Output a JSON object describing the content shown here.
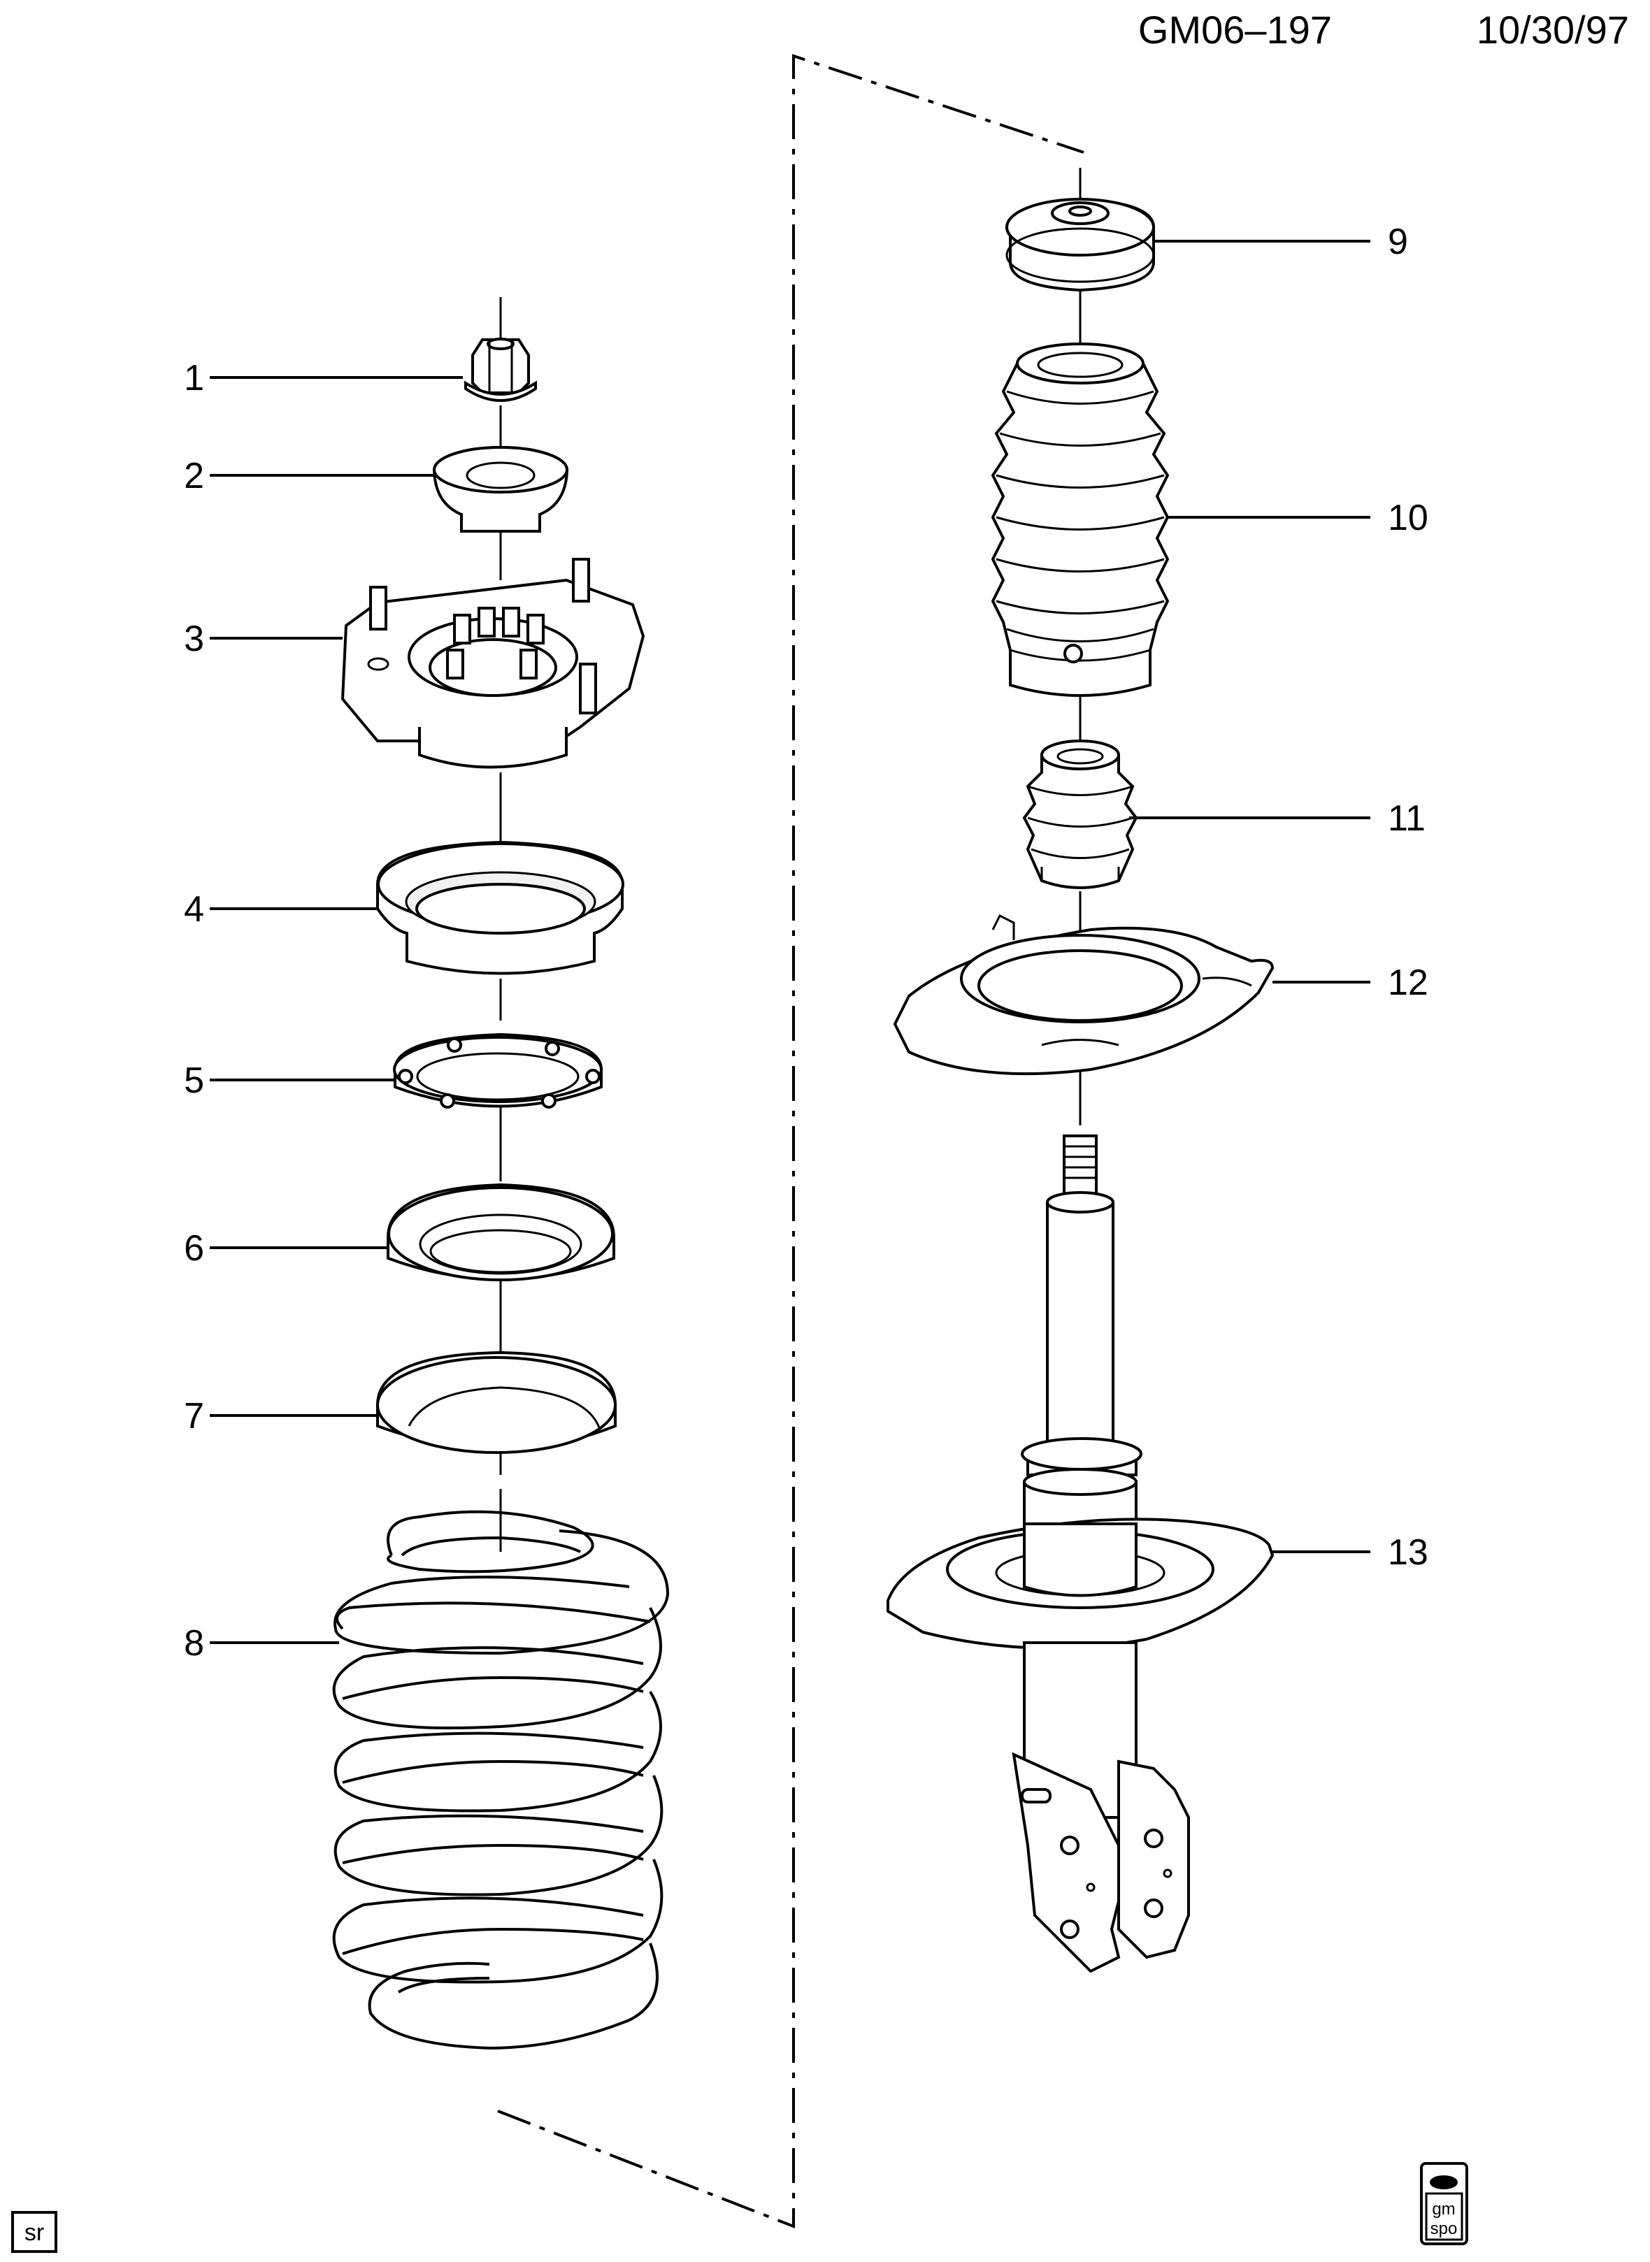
{
  "header": {
    "drawing_id": "GM06–197",
    "date": "10/30/97"
  },
  "callouts": [
    {
      "number": "1"
    },
    {
      "number": "2"
    },
    {
      "number": "3"
    },
    {
      "number": "4"
    },
    {
      "number": "5"
    },
    {
      "number": "6"
    },
    {
      "number": "7"
    },
    {
      "number": "8"
    },
    {
      "number": "9"
    },
    {
      "number": "10"
    },
    {
      "number": "11"
    },
    {
      "number": "12"
    },
    {
      "number": "13"
    }
  ],
  "footer": {
    "corner_tag": "sr",
    "logo": {
      "line1": "gm",
      "line2": "spo"
    }
  }
}
